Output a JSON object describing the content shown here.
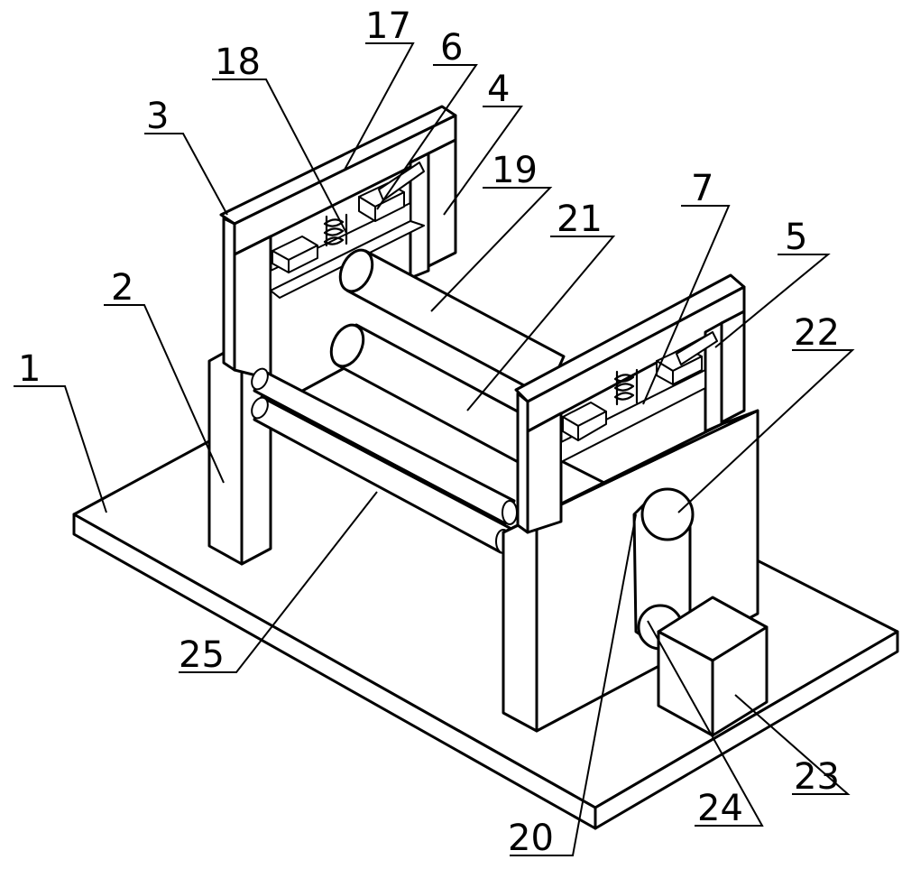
{
  "labels": [
    {
      "id": "1",
      "text": "1"
    },
    {
      "id": "2",
      "text": "2"
    },
    {
      "id": "3",
      "text": "3"
    },
    {
      "id": "4",
      "text": "4"
    },
    {
      "id": "5",
      "text": "5"
    },
    {
      "id": "6",
      "text": "6"
    },
    {
      "id": "7",
      "text": "7"
    },
    {
      "id": "17",
      "text": "17"
    },
    {
      "id": "18",
      "text": "18"
    },
    {
      "id": "19",
      "text": "19"
    },
    {
      "id": "20",
      "text": "20"
    },
    {
      "id": "21",
      "text": "21"
    },
    {
      "id": "22",
      "text": "22"
    },
    {
      "id": "23",
      "text": "23"
    },
    {
      "id": "24",
      "text": "24"
    },
    {
      "id": "25",
      "text": "25"
    }
  ]
}
